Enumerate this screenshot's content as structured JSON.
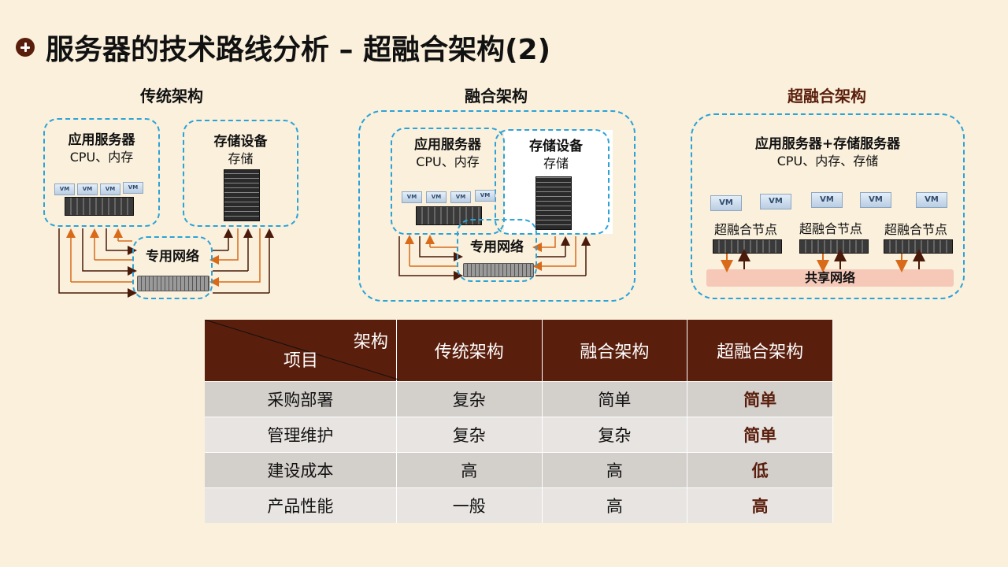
{
  "page": {
    "title": "服务器的技术路线分析 – 超融合架构(2)"
  },
  "colors": {
    "accent": "#5a1e0c",
    "dashed_border": "#2aa3d8",
    "arrow_orange": "#d86a1a",
    "background": "#faf0dc"
  },
  "diagrams": {
    "traditional": {
      "title": "传统架构",
      "app_server": {
        "name": "应用服务器",
        "desc": "CPU、内存"
      },
      "storage": {
        "name": "存储设备",
        "desc": "存储"
      },
      "network": "专用网络",
      "vm_label": "VM"
    },
    "converged": {
      "title": "融合架构",
      "app_server": {
        "name": "应用服务器",
        "desc": "CPU、内存"
      },
      "storage": {
        "name": "存储设备",
        "desc": "存储"
      },
      "network": "专用网络",
      "vm_label": "VM"
    },
    "hyper_converged": {
      "title": "超融合架构",
      "servers": {
        "name": "应用服务器+存储服务器",
        "desc": "CPU、内存、存储"
      },
      "nodes": [
        "超融合节点",
        "超融合节点",
        "超融合节点"
      ],
      "shared_network": "共享网络",
      "vm_label": "VM"
    }
  },
  "table": {
    "header_corner_top": "架构",
    "header_corner_bottom": "项目",
    "columns": [
      "传统架构",
      "融合架构",
      "超融合架构"
    ],
    "rows": [
      {
        "item": "采购部署",
        "values": [
          "复杂",
          "简单",
          "简单"
        ]
      },
      {
        "item": "管理维护",
        "values": [
          "复杂",
          "复杂",
          "简单"
        ]
      },
      {
        "item": "建设成本",
        "values": [
          "高",
          "高",
          "低"
        ]
      },
      {
        "item": "产品性能",
        "values": [
          "一般",
          "高",
          "高"
        ]
      }
    ]
  }
}
